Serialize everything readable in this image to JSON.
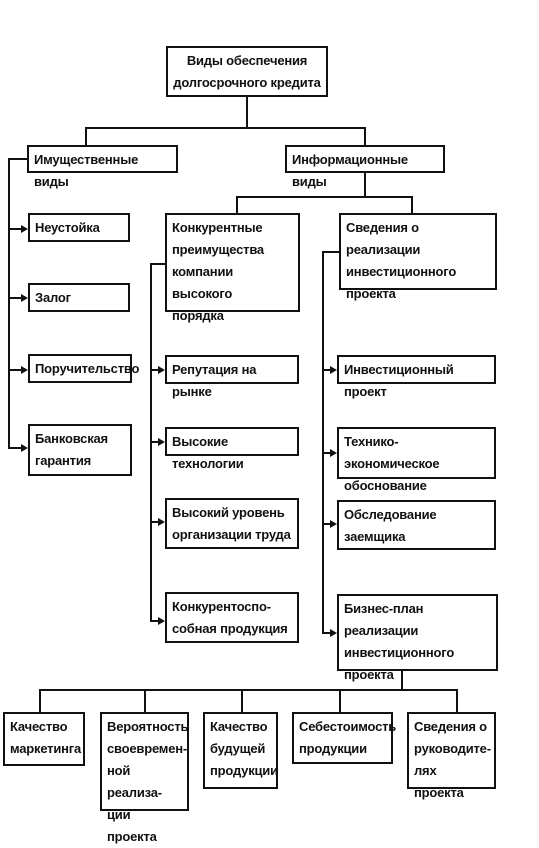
{
  "diagram": {
    "root": "Виды обеспечения\nдолгосрочного кредита",
    "branches": {
      "property": {
        "title": "Имущественные виды",
        "items": [
          "Неустойка",
          "Залог",
          "Поручительство",
          "Банковская\nгарантия"
        ]
      },
      "informational": {
        "title": "Информационные виды",
        "competitive": {
          "title": "Конкурентные\nпреимущества\nкомпании высокого\nпорядка",
          "items": [
            "Репутация на рынке",
            "Высокие технологии",
            "Высокий уровень\nорганизации труда",
            "Конкурентоспо-\nсобная продукция"
          ]
        },
        "project": {
          "title": "Сведения о реализации\nинвестиционного\nпроекта",
          "items": [
            "Инвестиционный проект",
            "Технико-экономическое\nобоснование",
            "Обследование\nзаемщика",
            "Бизнес-план реализации\nинвестиционного\nпроекта"
          ]
        }
      }
    },
    "business_plan_items": [
      "Качество\nмаркетинга",
      "Вероятность\nсвоевремен-\nной реализа-\nции проекта",
      "Качество\nбудущей\nпродукции",
      "Себестоимость\nпродукции",
      "Сведения о\nруководите-\nлях проекта"
    ]
  }
}
